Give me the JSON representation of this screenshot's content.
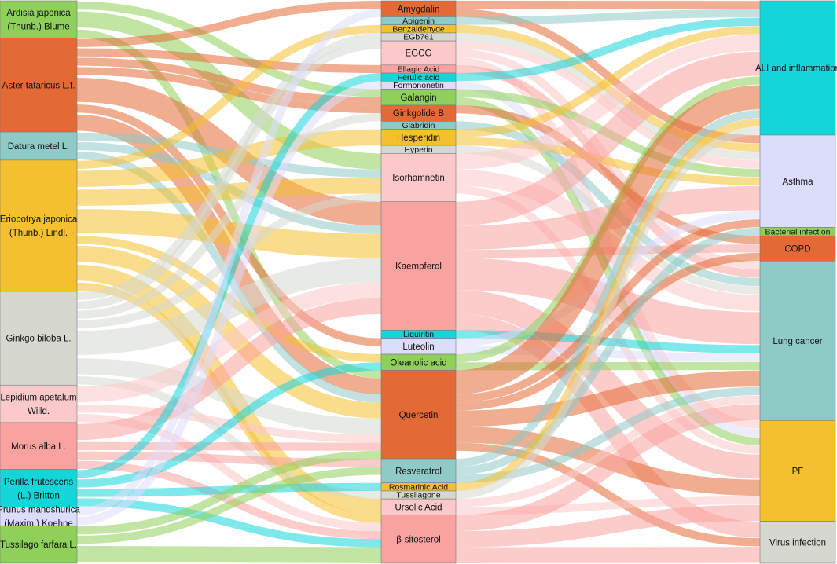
{
  "colors": {
    "green": "#8fd05a",
    "orange": "#e36a34",
    "teal": "#8ecbc7",
    "yellow": "#f5c02f",
    "gray": "#d6d8cf",
    "pink": "#fbc9c9",
    "salmon": "#f9a3a1",
    "cyan": "#14d6d9",
    "lavender": "#dcdcfb"
  },
  "plants": [
    {
      "name": "Ardisia japonica (Thunb.) Blume",
      "lines": [
        "Ardisia japonica",
        "(Thunb.) Blume"
      ],
      "color": "green"
    },
    {
      "name": "Aster tataricus L.f.",
      "lines": [
        "Aster tataricus L.f."
      ],
      "color": "orange"
    },
    {
      "name": "Datura metel L.",
      "lines": [
        "Datura metel L."
      ],
      "color": "teal"
    },
    {
      "name": "Eriobotrya japonica (Thunb.) Lindl.",
      "lines": [
        "Eriobotrya japonica",
        "(Thunb.) Lindl."
      ],
      "color": "yellow"
    },
    {
      "name": "Ginkgo biloba L.",
      "lines": [
        "Ginkgo biloba L."
      ],
      "color": "gray"
    },
    {
      "name": "Lepidium apetalum Willd.",
      "lines": [
        "Lepidium apetalum",
        "Willd."
      ],
      "color": "pink"
    },
    {
      "name": "Morus alba L.",
      "lines": [
        "Morus alba L."
      ],
      "color": "salmon"
    },
    {
      "name": "Perilla frutescens (L.) Britton",
      "lines": [
        "Perilla frutescens",
        "(L.) Britton"
      ],
      "color": "cyan"
    },
    {
      "name": "Prunus mandshurica (Maxim.) Koehne",
      "lines": [
        "Prunus mandshurica",
        "(Maxim.) Koehne"
      ],
      "color": "lavender"
    },
    {
      "name": "Tussilago farfara L.",
      "lines": [
        "Tussilago farfara L."
      ],
      "color": "green"
    }
  ],
  "compounds": [
    {
      "name": "Amygdalin",
      "color": "orange"
    },
    {
      "name": "Apigenin",
      "color": "teal"
    },
    {
      "name": "Benzaldehyde",
      "color": "yellow"
    },
    {
      "name": "EGb761",
      "color": "gray"
    },
    {
      "name": "EGCG",
      "color": "pink"
    },
    {
      "name": "Ellagic Acid",
      "color": "salmon"
    },
    {
      "name": "Ferulic acid",
      "color": "cyan"
    },
    {
      "name": "Formononetin",
      "color": "lavender"
    },
    {
      "name": "Galangin",
      "color": "green"
    },
    {
      "name": "Ginkgolide B",
      "color": "orange"
    },
    {
      "name": "Glabridin",
      "color": "teal"
    },
    {
      "name": "Hesperidin",
      "color": "yellow"
    },
    {
      "name": "Hyperin",
      "color": "gray"
    },
    {
      "name": "Isorhamnetin",
      "color": "pink"
    },
    {
      "name": "Kaempferol",
      "color": "salmon"
    },
    {
      "name": "Liquiritin",
      "color": "cyan"
    },
    {
      "name": "Luteolin",
      "color": "lavender"
    },
    {
      "name": "Oleanolic acid",
      "color": "green"
    },
    {
      "name": "Quercetin",
      "color": "orange"
    },
    {
      "name": "Resveratrol",
      "color": "teal"
    },
    {
      "name": "Rosmarinic Acid",
      "color": "yellow"
    },
    {
      "name": "Tussilagone",
      "color": "gray"
    },
    {
      "name": "Ursolic Acid",
      "color": "pink"
    },
    {
      "name": "β-sitosterol",
      "color": "salmon"
    }
  ],
  "diseases": [
    {
      "name": "ALI and  inflammation",
      "color": "cyan"
    },
    {
      "name": "Asthma",
      "color": "lavender"
    },
    {
      "name": "Bacterial infection",
      "color": "green"
    },
    {
      "name": "COPD",
      "color": "orange"
    },
    {
      "name": "Lung cancer",
      "color": "teal"
    },
    {
      "name": "PF",
      "color": "yellow"
    },
    {
      "name": "Virus infection",
      "color": "gray"
    }
  ],
  "plant_compound_links": [
    {
      "plant": "Ardisia japonica (Thunb.) Blume",
      "compound": "Isorhamnetin",
      "value": 2
    },
    {
      "plant": "Ardisia japonica (Thunb.) Blume",
      "compound": "Quercetin",
      "value": 1
    },
    {
      "plant": "Ardisia japonica (Thunb.) Blume",
      "compound": "Galangin",
      "value": 1
    },
    {
      "plant": "Aster tataricus L.f.",
      "compound": "Amygdalin",
      "value": 1
    },
    {
      "plant": "Aster tataricus L.f.",
      "compound": "Ellagic Acid",
      "value": 1
    },
    {
      "plant": "Aster tataricus L.f.",
      "compound": "Galangin",
      "value": 1
    },
    {
      "plant": "Aster tataricus L.f.",
      "compound": "Ginkgolide B",
      "value": 1
    },
    {
      "plant": "Aster tataricus L.f.",
      "compound": "Kaempferol",
      "value": 3
    },
    {
      "plant": "Aster tataricus L.f.",
      "compound": "Quercetin",
      "value": 2
    },
    {
      "plant": "Aster tataricus L.f.",
      "compound": "Luteolin",
      "value": 1
    },
    {
      "plant": "Datura metel L.",
      "compound": "Isorhamnetin",
      "value": 1
    },
    {
      "plant": "Datura metel L.",
      "compound": "Quercetin",
      "value": 1
    },
    {
      "plant": "Datura metel L.",
      "compound": "Kaempferol",
      "value": 1
    },
    {
      "plant": "Eriobotrya japonica (Thunb.) Lindl.",
      "compound": "Benzaldehyde",
      "value": 1
    },
    {
      "plant": "Eriobotrya japonica (Thunb.) Lindl.",
      "compound": "Hesperidin",
      "value": 2
    },
    {
      "plant": "Eriobotrya japonica (Thunb.) Lindl.",
      "compound": "Isorhamnetin",
      "value": 2
    },
    {
      "plant": "Eriobotrya japonica (Thunb.) Lindl.",
      "compound": "Kaempferol",
      "value": 3
    },
    {
      "plant": "Eriobotrya japonica (Thunb.) Lindl.",
      "compound": "Quercetin",
      "value": 2
    },
    {
      "plant": "Eriobotrya japonica (Thunb.) Lindl.",
      "compound": "Oleanolic acid",
      "value": 1
    },
    {
      "plant": "Eriobotrya japonica (Thunb.) Lindl.",
      "compound": "Ursolic Acid",
      "value": 2
    },
    {
      "plant": "Eriobotrya japonica (Thunb.) Lindl.",
      "compound": "β-sitosterol",
      "value": 1
    },
    {
      "plant": "Ginkgo biloba L.",
      "compound": "EGb761",
      "value": 1
    },
    {
      "plant": "Ginkgo biloba L.",
      "compound": "EGCG",
      "value": 1
    },
    {
      "plant": "Ginkgo biloba L.",
      "compound": "Ginkgolide B",
      "value": 1
    },
    {
      "plant": "Ginkgo biloba L.",
      "compound": "Isorhamnetin",
      "value": 1
    },
    {
      "plant": "Ginkgo biloba L.",
      "compound": "Kaempferol",
      "value": 3
    },
    {
      "plant": "Ginkgo biloba L.",
      "compound": "Quercetin",
      "value": 2
    },
    {
      "plant": "Ginkgo biloba L.",
      "compound": "Tussilagone",
      "value": 1
    },
    {
      "plant": "Lepidium apetalum Willd.",
      "compound": "Kaempferol",
      "value": 2
    },
    {
      "plant": "Lepidium apetalum Willd.",
      "compound": "Quercetin",
      "value": 1
    },
    {
      "plant": "Lepidium apetalum Willd.",
      "compound": "β-sitosterol",
      "value": 1
    },
    {
      "plant": "Morus alba L.",
      "compound": "Kaempferol",
      "value": 2
    },
    {
      "plant": "Morus alba L.",
      "compound": "Quercetin",
      "value": 1
    },
    {
      "plant": "Morus alba L.",
      "compound": "Resveratrol",
      "value": 1
    },
    {
      "plant": "Morus alba L.",
      "compound": "β-sitosterol",
      "value": 1
    },
    {
      "plant": "Perilla frutescens (L.) Britton",
      "compound": "Ferulic acid",
      "value": 1
    },
    {
      "plant": "Perilla frutescens (L.) Britton",
      "compound": "Oleanolic acid",
      "value": 1
    },
    {
      "plant": "Perilla frutescens (L.) Britton",
      "compound": "Rosmarinic Acid",
      "value": 1
    },
    {
      "plant": "Perilla frutescens (L.) Britton",
      "compound": "β-sitosterol",
      "value": 1
    },
    {
      "plant": "Prunus mandshurica (Maxim.) Koehne",
      "compound": "Amygdalin",
      "value": 1
    },
    {
      "plant": "Prunus mandshurica (Maxim.) Koehne",
      "compound": "Formononetin",
      "value": 1
    },
    {
      "plant": "Tussilago farfara L.",
      "compound": "Quercetin",
      "value": 1
    },
    {
      "plant": "Tussilago farfara L.",
      "compound": "Resveratrol",
      "value": 1
    },
    {
      "plant": "Tussilago farfara L.",
      "compound": "β-sitosterol",
      "value": 2
    }
  ],
  "compound_disease_links": [
    {
      "compound": "Amygdalin",
      "disease": "ALI and  inflammation",
      "value": 1
    },
    {
      "compound": "Amygdalin",
      "disease": "Asthma",
      "value": 1
    },
    {
      "compound": "Apigenin",
      "disease": "ALI and  inflammation",
      "value": 1
    },
    {
      "compound": "Benzaldehyde",
      "disease": "Asthma",
      "value": 1
    },
    {
      "compound": "EGb761",
      "disease": "Asthma",
      "value": 1
    },
    {
      "compound": "EGCG",
      "disease": "Lung cancer",
      "value": 1
    },
    {
      "compound": "EGCG",
      "disease": "PF",
      "value": 1
    },
    {
      "compound": "EGCG",
      "disease": "Asthma",
      "value": 1
    },
    {
      "compound": "Ellagic Acid",
      "disease": "Lung cancer",
      "value": 1
    },
    {
      "compound": "Ferulic acid",
      "disease": "ALI and  inflammation",
      "value": 1
    },
    {
      "compound": "Formononetin",
      "disease": "PF",
      "value": 1
    },
    {
      "compound": "Galangin",
      "disease": "Asthma",
      "value": 1
    },
    {
      "compound": "Galangin",
      "disease": "PF",
      "value": 1
    },
    {
      "compound": "Ginkgolide B",
      "disease": "COPD",
      "value": 1
    },
    {
      "compound": "Glabridin",
      "disease": "Lung cancer",
      "value": 1
    },
    {
      "compound": "Hesperidin",
      "disease": "ALI and  inflammation",
      "value": 1
    },
    {
      "compound": "Hesperidin",
      "disease": "Asthma",
      "value": 1
    },
    {
      "compound": "Hyperin",
      "disease": "Lung cancer",
      "value": 1
    },
    {
      "compound": "Isorhamnetin",
      "disease": "ALI and  inflammation",
      "value": 2
    },
    {
      "compound": "Isorhamnetin",
      "disease": "Lung cancer",
      "value": 2
    },
    {
      "compound": "Isorhamnetin",
      "disease": "PF",
      "value": 1
    },
    {
      "compound": "Kaempferol",
      "disease": "ALI and  inflammation",
      "value": 3
    },
    {
      "compound": "Kaempferol",
      "disease": "Asthma",
      "value": 3
    },
    {
      "compound": "Kaempferol",
      "disease": "COPD",
      "value": 1
    },
    {
      "compound": "Kaempferol",
      "disease": "Lung cancer",
      "value": 4
    },
    {
      "compound": "Kaempferol",
      "disease": "PF",
      "value": 3
    },
    {
      "compound": "Kaempferol",
      "disease": "Virus infection",
      "value": 2
    },
    {
      "compound": "Liquiritin",
      "disease": "Lung cancer",
      "value": 1
    },
    {
      "compound": "Luteolin",
      "disease": "Asthma",
      "value": 1
    },
    {
      "compound": "Luteolin",
      "disease": "Lung cancer",
      "value": 1
    },
    {
      "compound": "Oleanolic acid",
      "disease": "ALI and  inflammation",
      "value": 1
    },
    {
      "compound": "Oleanolic acid",
      "disease": "Lung cancer",
      "value": 1
    },
    {
      "compound": "Quercetin",
      "disease": "ALI and  inflammation",
      "value": 3
    },
    {
      "compound": "Quercetin",
      "disease": "Asthma",
      "value": 1
    },
    {
      "compound": "Quercetin",
      "disease": "COPD",
      "value": 1
    },
    {
      "compound": "Quercetin",
      "disease": "Lung cancer",
      "value": 2
    },
    {
      "compound": "Quercetin",
      "disease": "PF",
      "value": 2
    },
    {
      "compound": "Quercetin",
      "disease": "Virus infection",
      "value": 1
    },
    {
      "compound": "Resveratrol",
      "disease": "ALI and  inflammation",
      "value": 1
    },
    {
      "compound": "Resveratrol",
      "disease": "Lung cancer",
      "value": 1
    },
    {
      "compound": "Resveratrol",
      "disease": "Bacterial infection",
      "value": 1
    },
    {
      "compound": "Rosmarinic Acid",
      "disease": "ALI and  inflammation",
      "value": 1
    },
    {
      "compound": "Tussilagone",
      "disease": "ALI and  inflammation",
      "value": 1
    },
    {
      "compound": "Ursolic Acid",
      "disease": "Lung cancer",
      "value": 1
    },
    {
      "compound": "Ursolic Acid",
      "disease": "PF",
      "value": 1
    },
    {
      "compound": "β-sitosterol",
      "disease": "Lung cancer",
      "value": 2
    },
    {
      "compound": "β-sitosterol",
      "disease": "PF",
      "value": 2
    },
    {
      "compound": "β-sitosterol",
      "disease": "Virus infection",
      "value": 2
    }
  ]
}
